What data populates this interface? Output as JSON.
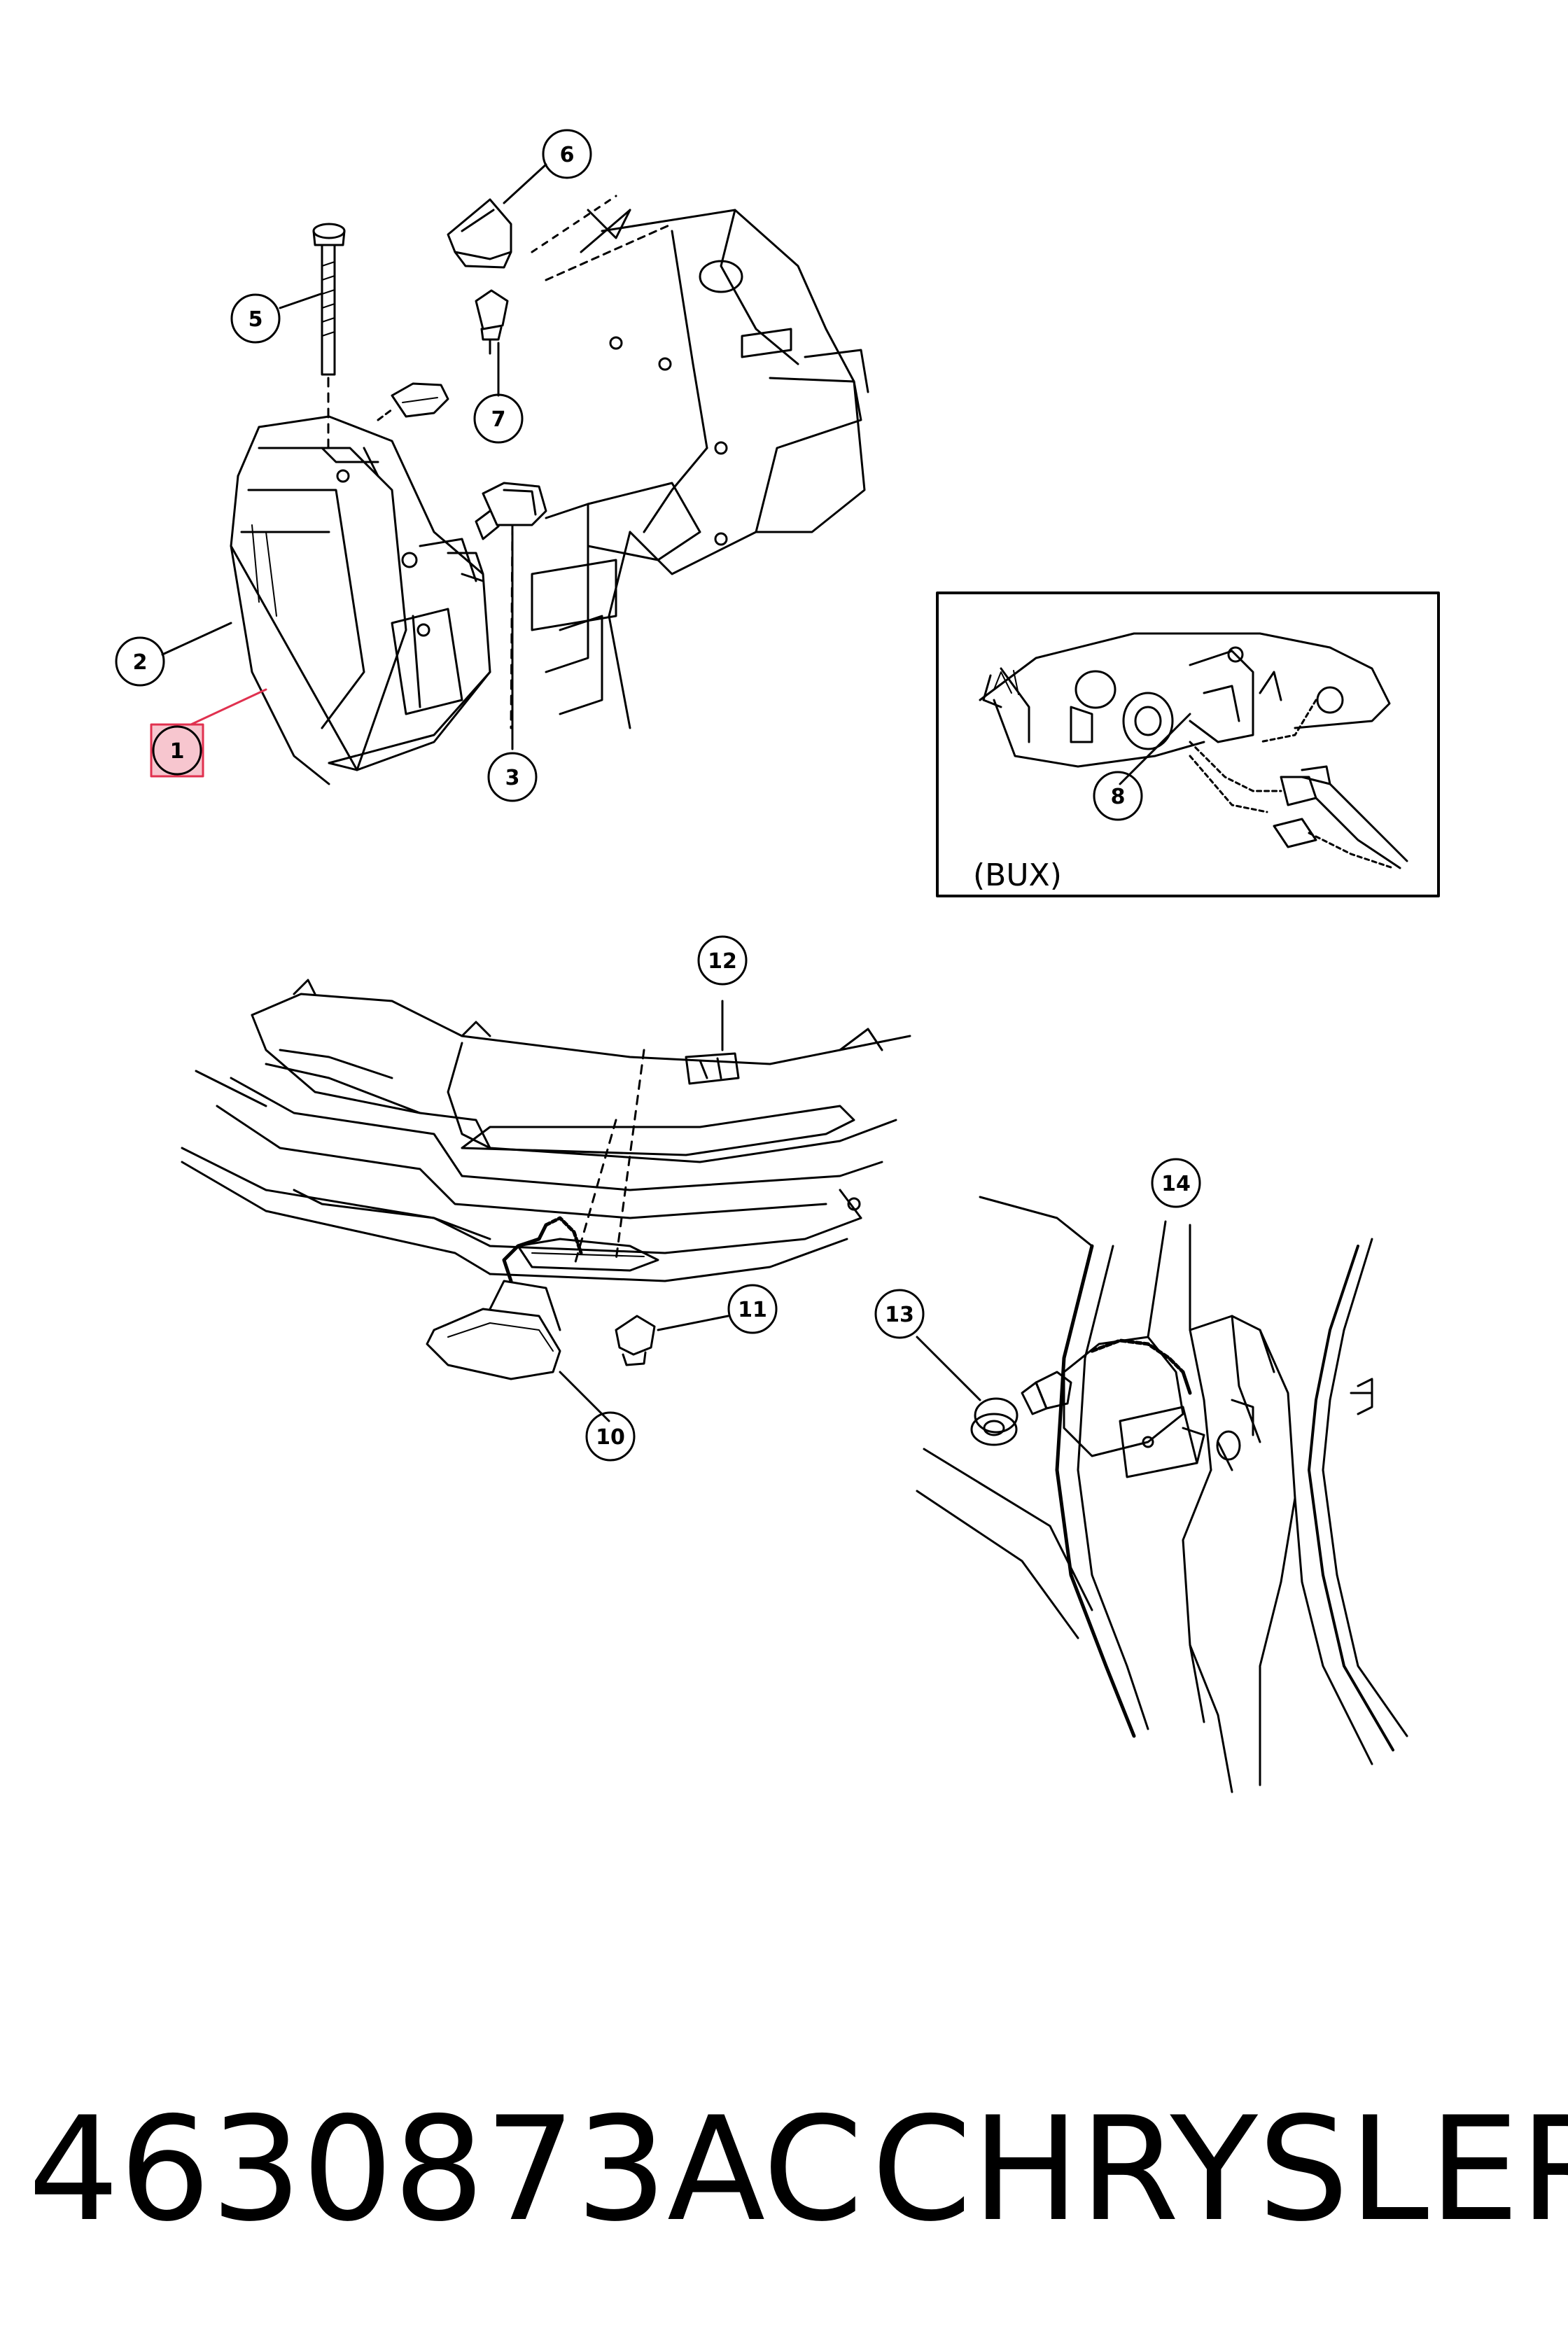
{
  "callouts": {
    "c1": "1",
    "c2": "2",
    "c3": "3",
    "c5": "5",
    "c6": "6",
    "c7": "7",
    "c8": "8",
    "c10": "10",
    "c11": "11",
    "c12": "12",
    "c13": "13",
    "c14": "14"
  },
  "inset": {
    "label": "(BUX)"
  },
  "footer": {
    "part_number": "4630873AC",
    "brand": "CHRYSLER"
  },
  "colors": {
    "line": "#000000",
    "highlight": "#e0314f",
    "highlight_fill": "#f7c6cf"
  }
}
